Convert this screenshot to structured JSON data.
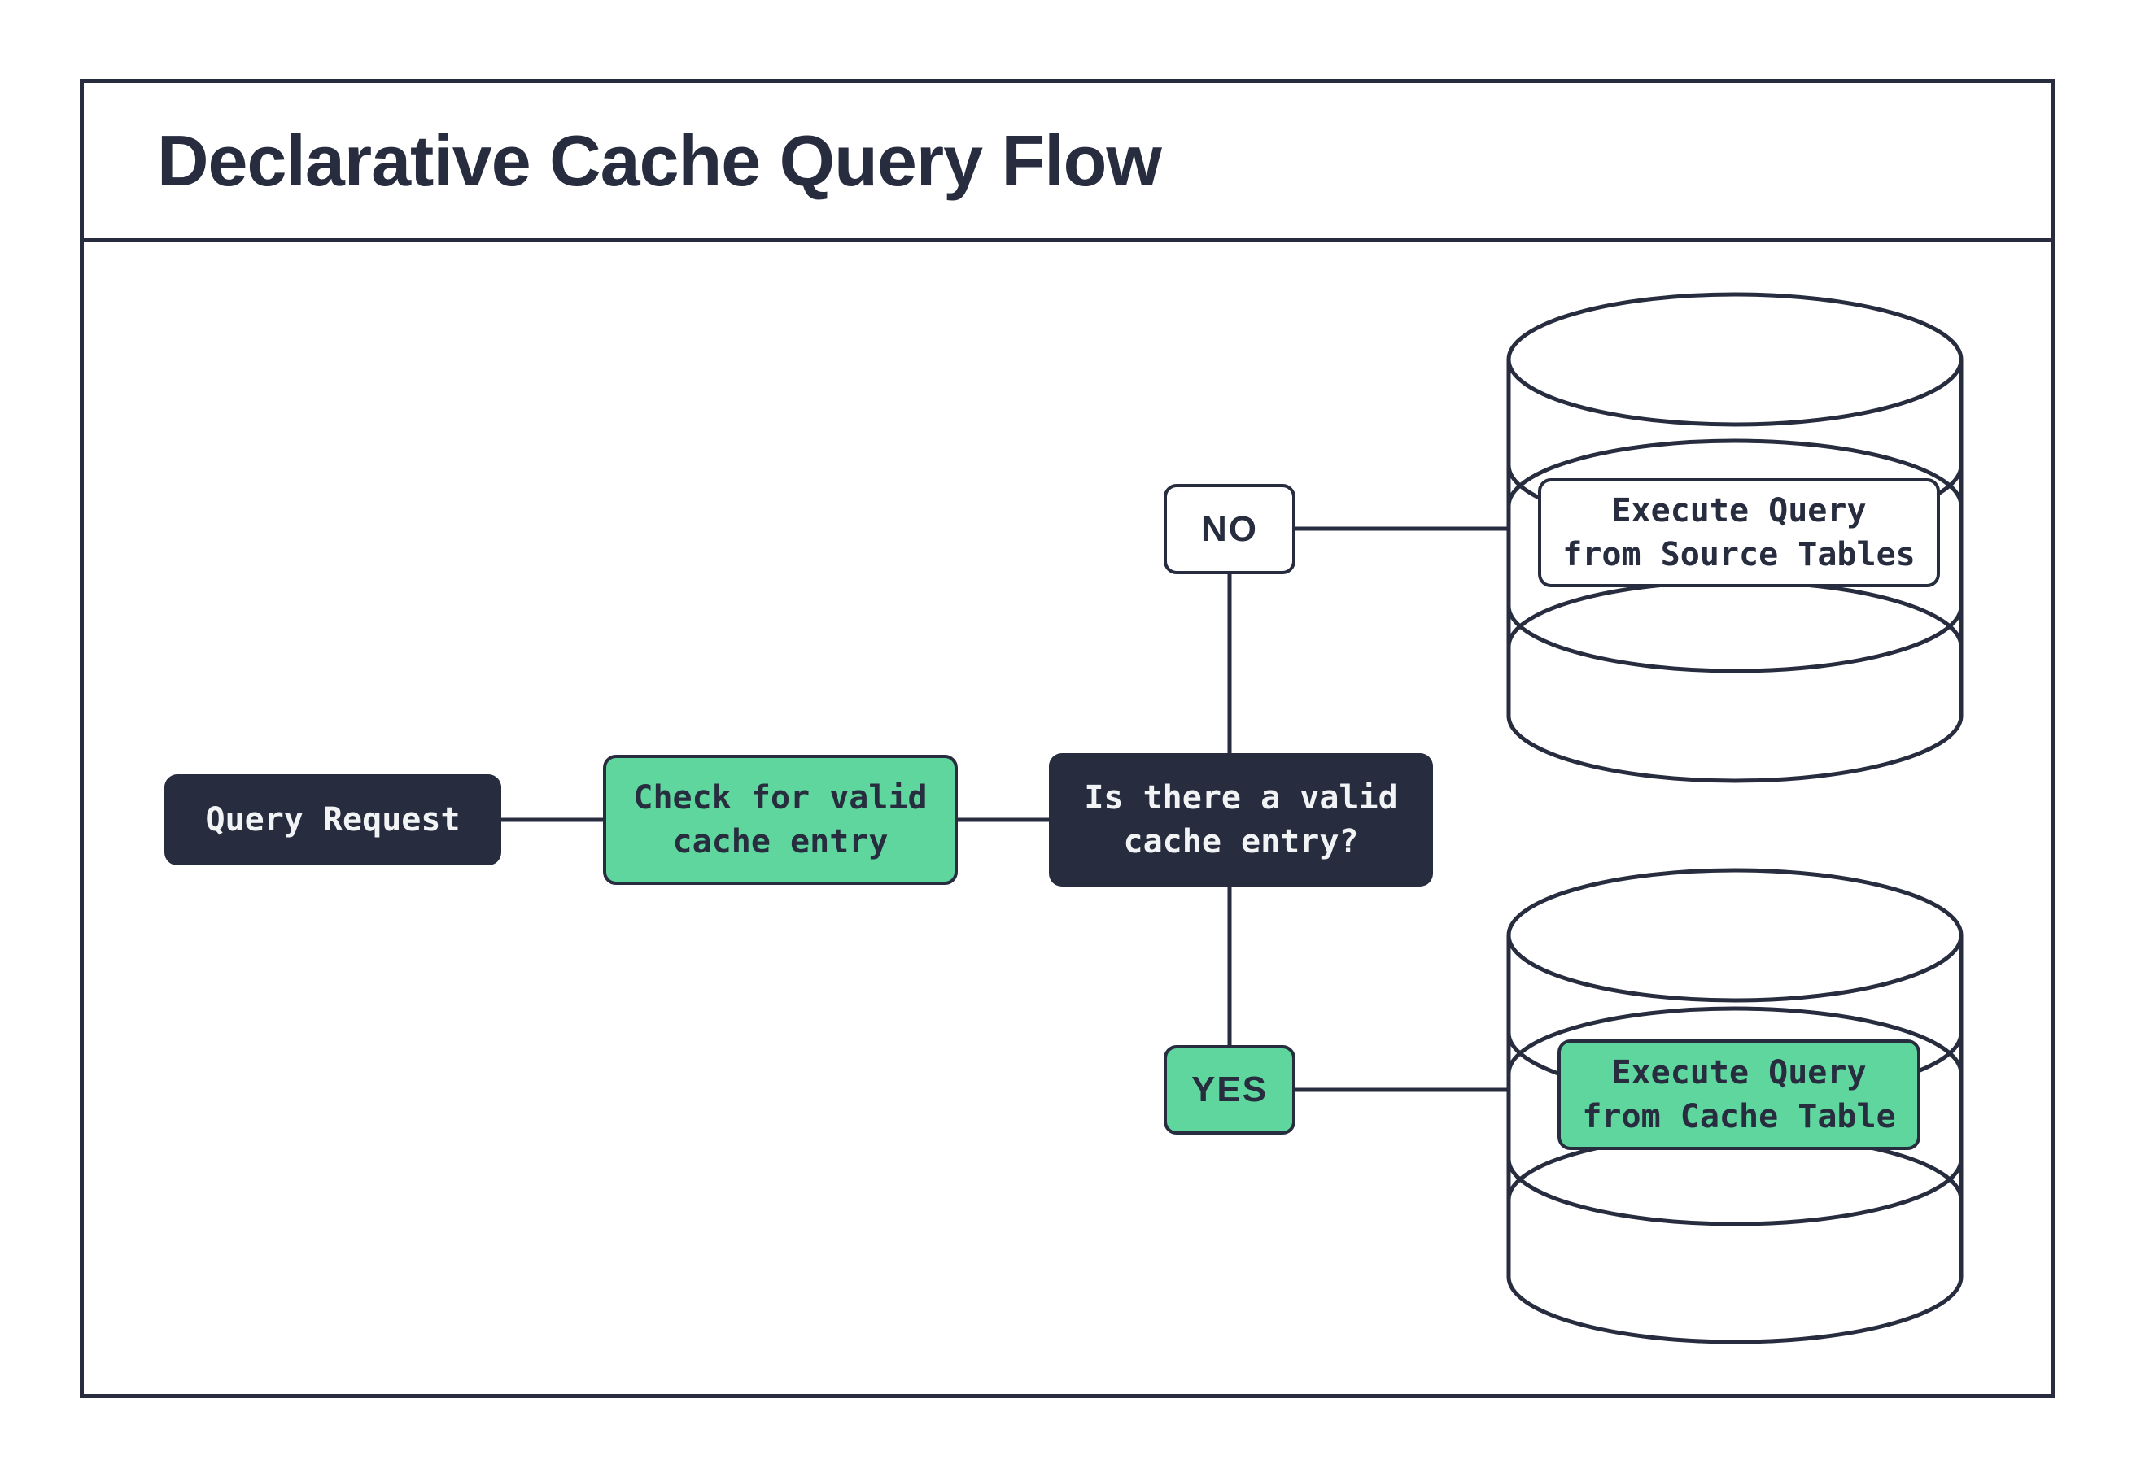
{
  "diagram": {
    "title": "Declarative Cache Query Flow",
    "colors": {
      "dark": "#272D3E",
      "green": "#5ED69D",
      "background": "#FFFFFF",
      "light_text": "#F2F3F5"
    },
    "nodes": {
      "query_request": {
        "label": "Query Request"
      },
      "check_cache": {
        "line1": "Check for valid",
        "line2": "cache entry"
      },
      "decision": {
        "line1": "Is there a valid",
        "line2": "cache entry?"
      },
      "edge_no": {
        "label": "NO"
      },
      "edge_yes": {
        "label": "YES"
      },
      "source_db": {
        "line1": "Execute Query",
        "line2": "from Source Tables"
      },
      "cache_db": {
        "line1": "Execute Query",
        "line2": "from Cache Table"
      }
    }
  }
}
